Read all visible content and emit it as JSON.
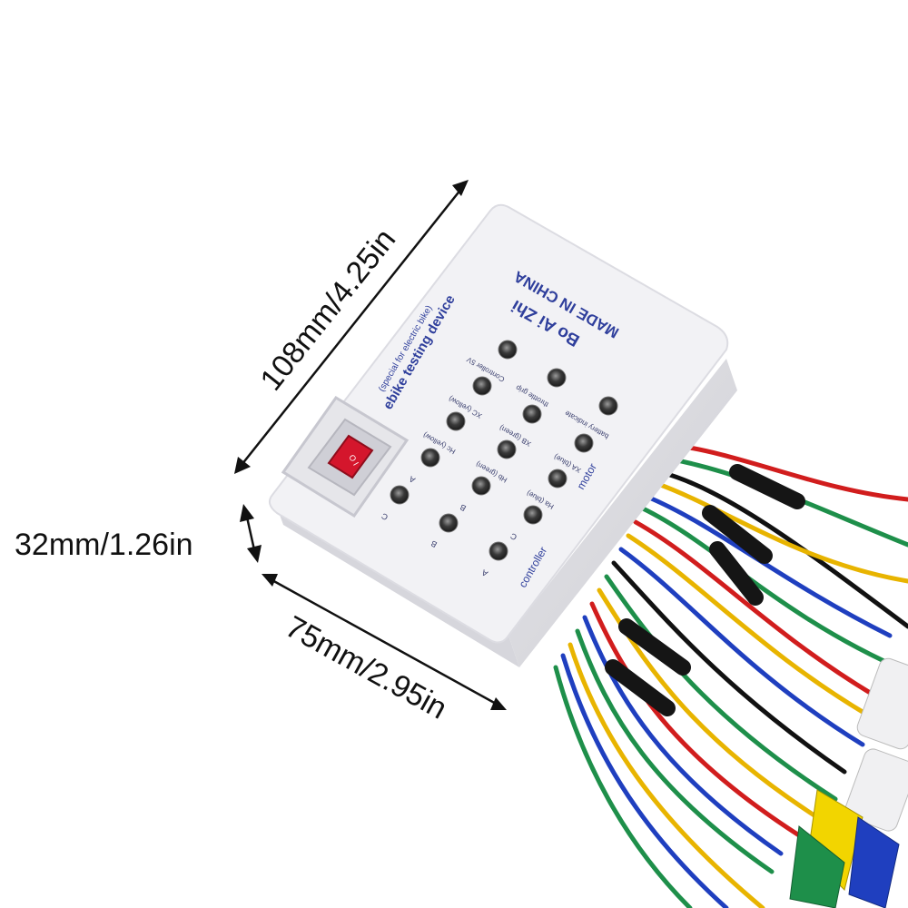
{
  "dimensions": {
    "length": "108mm/4.25in",
    "height": "32mm/1.26in",
    "width": "75mm/2.95in"
  },
  "device": {
    "maker": "MADE IN CHINA",
    "brand": "Bo Ai Zhi",
    "title": "ebike testing device",
    "subtitle": "(special for electric bike)",
    "section_motor": "motor",
    "section_controller": "controller",
    "lamps": {
      "battery": "battery indicate",
      "throttle": "throttle grip",
      "controller5v": "Controller 5V",
      "xa": "XA (blue)",
      "xb": "XB (green)",
      "xc": "XC (yellow)",
      "ha": "Ha (blue)",
      "hb": "Hb (green)",
      "hc": "Hc (yellow)",
      "a1": "A",
      "b1": "B",
      "c1": "C",
      "a2": "A",
      "b2": "B",
      "c2": "C"
    }
  },
  "colors": {
    "case": "#f1f1f3",
    "switch": "#d4162c",
    "print": "#2f3f9c",
    "wires": [
      "#1f3fbf",
      "#e8b400",
      "#1e8f4a",
      "#d11d1d",
      "#111111"
    ]
  }
}
